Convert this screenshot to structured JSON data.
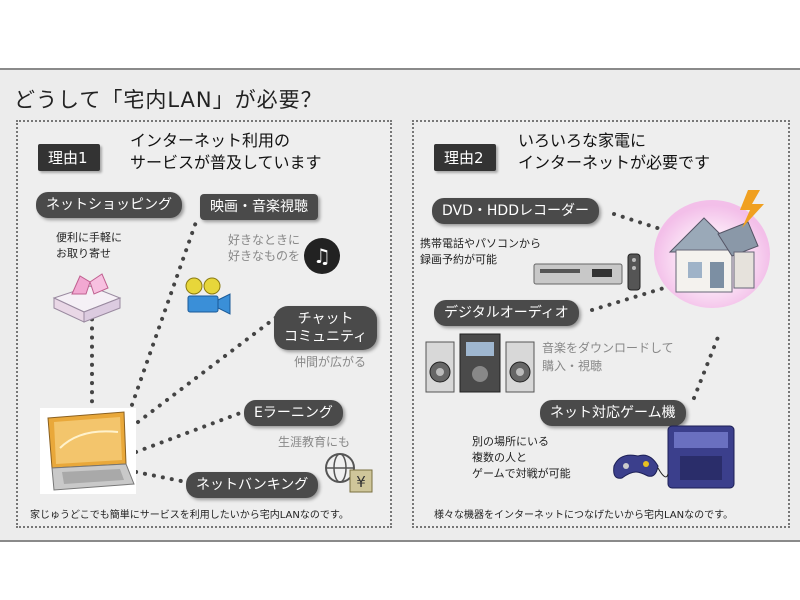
{
  "title": "どうして「宅内LAN」が必要？",
  "reason1": {
    "badge": "理由1",
    "heading_line1": "インターネット利用の",
    "heading_line2": "サービスが普及しています",
    "shopping_label": "ネットショッピング",
    "shopping_note_line1": "便利に手軽に",
    "shopping_note_line2": "お取り寄せ",
    "movie_label": "映画・音楽視聴",
    "movie_note_line1": "好きなときに",
    "movie_note_line2": "好きなものを",
    "chat_label_line1": "チャット",
    "chat_label_line2": "コミュニティ",
    "chat_note": "仲間が広がる",
    "elearning_label": "Eラーニング",
    "elearning_note": "生涯教育にも",
    "banking_label": "ネットバンキング",
    "yen_symbol": "¥",
    "footer": "家じゅうどこでも簡単にサービスを利用したいから宅内LANなのです。"
  },
  "reason2": {
    "badge": "理由2",
    "heading_line1": "いろいろな家電に",
    "heading_line2": "インターネットが必要です",
    "dvd_label": "DVD・HDDレコーダー",
    "dvd_note_line1": "携帯電話やパソコンから",
    "dvd_note_line2": "録画予約が可能",
    "audio_label": "デジタルオーディオ",
    "audio_note_line1": "音楽をダウンロードして",
    "audio_note_line2": "購入・視聴",
    "game_label": "ネット対応ゲーム機",
    "game_note_line1": "別の場所にいる",
    "game_note_line2": "複数の人と",
    "game_note_line3": "ゲームで対戦が可能",
    "footer": "様々な機器をインターネットにつなげたいから宅内LANなのです。"
  },
  "colors": {
    "badge_bg": "#333333",
    "label_bg": "#4a4a4a",
    "house_glow": "#f4c6ef",
    "lightning": "#f0a020",
    "dots": "#444444"
  }
}
